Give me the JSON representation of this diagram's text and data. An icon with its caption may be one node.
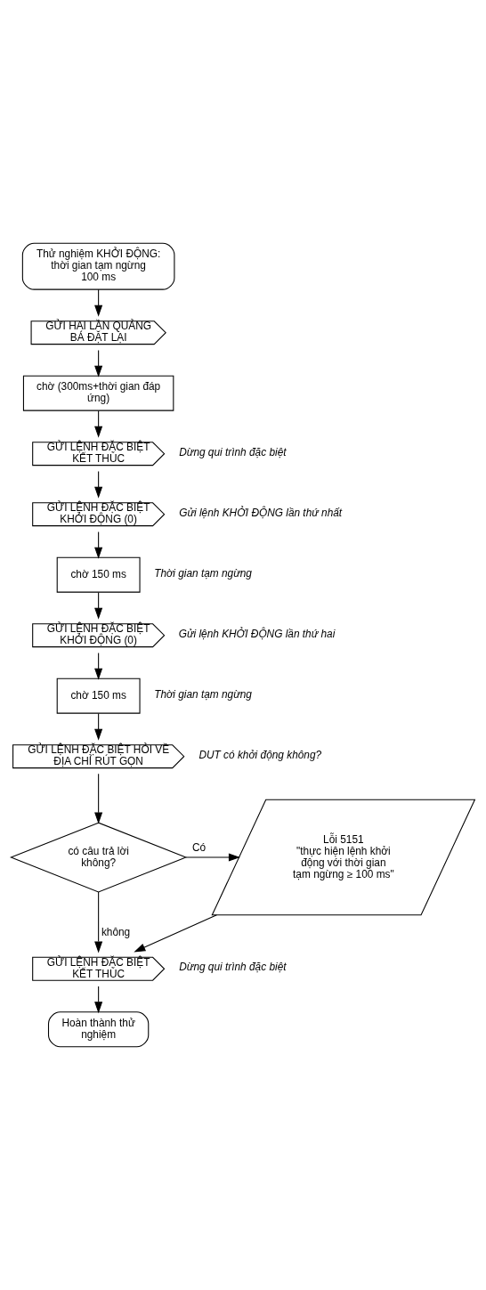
{
  "diagram": {
    "nodes": [
      {
        "text": [
          "Thử nghiệm KHỞI ĐỘNG: thời gian tạm ngừng 100 ms"
        ]
      },
      {
        "text": [
          "GỬI HAI LẦN QUẢNG BÁ ĐẶT LẠI"
        ]
      },
      {
        "text": [
          "chờ (300ms+thời gian đáp ứng)"
        ]
      },
      {
        "text": [
          "GỬI LỆNH ĐẶC BIỆT KẾT THÚC"
        ],
        "beside": [
          "Dừng qui trình đặc biệt"
        ]
      },
      {
        "text": [
          "GỬI LỆNH ĐẶC BIỆT KHỞI ĐỘNG (0)"
        ],
        "beside": [
          "Gửi lệnh KHỞI ĐỘNG lần thứ nhất"
        ]
      },
      {
        "text": [
          "chờ 150 ms"
        ],
        "beside": [
          "Thời gian tạm ngừng"
        ]
      },
      {
        "text": [
          "GỬI LỆNH ĐẶC BIỆT KHỞI ĐỘNG (0)"
        ],
        "beside": [
          "Gửi lệnh KHỞI ĐỘNG lần thứ hai"
        ]
      },
      {
        "text": [
          "chờ 150 ms"
        ],
        "beside": [
          "Thời gian tạm ngừng"
        ]
      },
      {
        "text": [
          "GỬI LỆNH ĐẶC BIỆT HỎI VỀ ĐỊA CHỈ RÚT GỌN"
        ],
        "beside": [
          "DUT có khởi động không?"
        ]
      },
      {
        "text": [
          "có câu trả lời không?"
        ]
      },
      {
        "text": [
          "Lỗi 5151",
          "\"thực hiện lệnh khởi động với thời gian tạm ngừng ≥ 100 ms\""
        ]
      },
      {
        "text": [
          "GỬI LỆNH ĐẶC BIỆT KẾT THÚC"
        ],
        "beside": [
          "Dừng qui trình đặc biệt"
        ]
      },
      {
        "text": [
          "Hoàn thành thử nghiệm"
        ]
      }
    ],
    "edges": [
      {
        "from": 0,
        "to": 1,
        "arrow": "to"
      },
      {
        "from": 1,
        "to": 2,
        "arrow": "to"
      },
      {
        "from": 2,
        "to": 3,
        "arrow": "to"
      },
      {
        "from": 3,
        "to": 4,
        "arrow": "to"
      },
      {
        "from": 4,
        "to": 5,
        "arrow": "to"
      },
      {
        "from": 5,
        "to": 6,
        "arrow": "to"
      },
      {
        "from": 6,
        "to": 7,
        "arrow": "to"
      },
      {
        "from": 7,
        "to": 8,
        "arrow": "to"
      },
      {
        "from": 8,
        "to": 9,
        "arrow": "to"
      },
      {
        "from": 9,
        "to": 10,
        "arrow": "to",
        "label": "Có"
      },
      {
        "from": 9,
        "to": 11,
        "arrow": "to",
        "label": "không"
      },
      {
        "from": 10,
        "to": 11,
        "arrow": "to"
      },
      {
        "from": 11,
        "to": 12,
        "arrow": "to"
      }
    ]
  }
}
